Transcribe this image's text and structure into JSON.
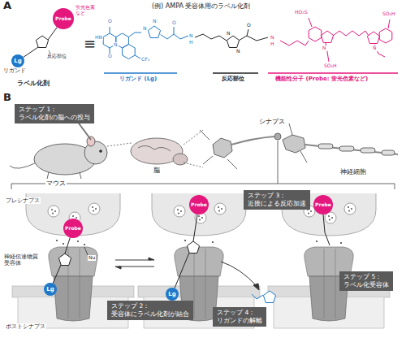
{
  "diagram": {
    "nodes": [
      {
        "text": [
          "Probe"
        ]
      },
      {
        "text": [
          "Lg"
        ]
      },
      {
        "text": [
          "ステップ 1：",
          "ラベル化剤の脳への投与"
        ]
      },
      {
        "text": [
          "ステップ 3：",
          "近接による反応加速"
        ]
      },
      {
        "text": [
          "Probe"
        ]
      },
      {
        "text": [
          "Lg"
        ]
      },
      {
        "text": [
          "Probe"
        ]
      },
      {
        "text": [
          "Lg"
        ]
      },
      {
        "text": [
          "ステップ 2：",
          "受容体にラベル化剤が結合"
        ]
      },
      {
        "text": [
          "ステップ 4：",
          "リガンドの解離"
        ]
      },
      {
        "text": [
          "Probe"
        ]
      },
      {
        "text": [
          "ステップ 5：",
          "ラベル化受容体"
        ]
      }
    ],
    "edges": [
      {
        "from": 1,
        "to": 0,
        "arrow": "none"
      },
      {
        "from": 5,
        "to": 4,
        "arrow": "none"
      },
      {
        "from": 7,
        "to": 6,
        "arrow": "none"
      }
    ],
    "labels": [
      "A",
      "(例) AMPA 受容体用のラベル化剤",
      "蛍光色素 など",
      "反応部位",
      "リガンド",
      "ラベル化剤",
      "≡",
      "リガンド (Lg)",
      "反応部位",
      "機能性分子 (Probe: 蛍光色素など)",
      "O",
      "HN",
      "O",
      "N",
      "CF₃",
      "N",
      "N",
      "O",
      "N",
      "H",
      "N",
      "N",
      "O",
      "N",
      "H",
      "HO₃S",
      "N",
      "N",
      "SO₃H",
      "SO₃H",
      "B",
      "マウス",
      "脳",
      "シナプス",
      "神経細胞",
      "プレシナプス",
      "神経伝達物質 受容体",
      "ポストシナプス",
      "Nu"
    ]
  }
}
